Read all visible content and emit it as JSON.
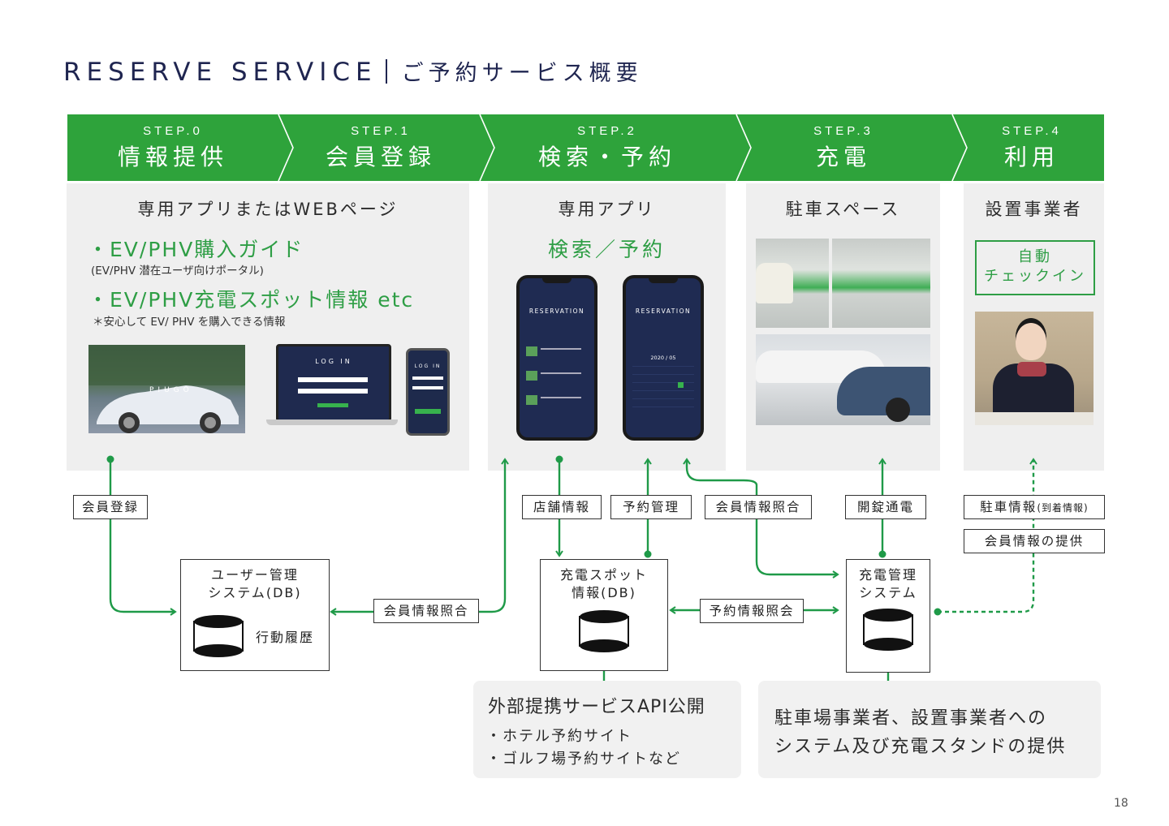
{
  "header": {
    "title_en": "RESERVE SERVICE",
    "title_jp": "ご予約サービス概要"
  },
  "colors": {
    "brand_green": "#2ea33b",
    "text_green": "#2e9e45",
    "title_navy": "#1f2550",
    "panel_gray": "#efefef"
  },
  "steps": [
    {
      "num": "STEP.0",
      "name": "情報提供"
    },
    {
      "num": "STEP.1",
      "name": "会員登録"
    },
    {
      "num": "STEP.2",
      "name": "検索・予約"
    },
    {
      "num": "STEP.3",
      "name": "充電"
    },
    {
      "num": "STEP.4",
      "name": "利用"
    }
  ],
  "panels": {
    "info": {
      "heading": "専用アプリまたはWEBページ",
      "item1": "・EV/PHV購入ガイド",
      "item1_note": "(EV/PHV 潜在ユーザ向けポータル)",
      "item2": "・EV/PHV充電スポット情報 etc",
      "item2_note": "＊安心して EV/ PHV を購入できる情報",
      "images": [
        "car-photo-piugo",
        "laptop-login-screen",
        "phone-login-screen"
      ],
      "brand_in_image": "PIUGO",
      "login_text": "LOG IN"
    },
    "app": {
      "heading": "専用アプリ",
      "subheading": "検索／予約",
      "screen_title": "RESERVATION",
      "calendar_month": "2020 / 05",
      "images": [
        "phone-reservation-list",
        "phone-reservation-calendar"
      ]
    },
    "parking": {
      "heading": "駐車スペース",
      "images": [
        "parking-garage-photo",
        "parked-cars-photo"
      ]
    },
    "operator": {
      "heading": "設置事業者",
      "checkin_line1": "自動",
      "checkin_line2": "チェックイン",
      "images": [
        "front-desk-staff-photo"
      ]
    }
  },
  "flow_labels": {
    "member_register": "会員登録",
    "store_info": "店舗情報",
    "reserve_manage": "予約管理",
    "member_check_top": "会員情報照合",
    "unlock_power": "開錠通電",
    "parking_info": "駐車情報",
    "parking_info_note": "(到着情報)",
    "member_info_provide": "会員情報の提供",
    "member_check_bottom": "会員情報照合",
    "reservation_check": "予約情報照会"
  },
  "systems": {
    "user_db": {
      "line1": "ユーザー管理",
      "line2": "システム(DB)",
      "side": "行動履歴"
    },
    "spot_db": {
      "line1": "充電スポット",
      "line2": "情報(DB)"
    },
    "charge_sys": {
      "line1": "充電管理",
      "line2": "システム"
    }
  },
  "bottom": {
    "api": {
      "title": "外部提携サービスAPI公開",
      "items": [
        "・ホテル予約サイト",
        "・ゴルフ場予約サイトなど"
      ]
    },
    "provide": {
      "line1": "駐車場事業者、設置事業者への",
      "line2": "システム及び充電スタンドの提供"
    }
  },
  "page_number": "18"
}
